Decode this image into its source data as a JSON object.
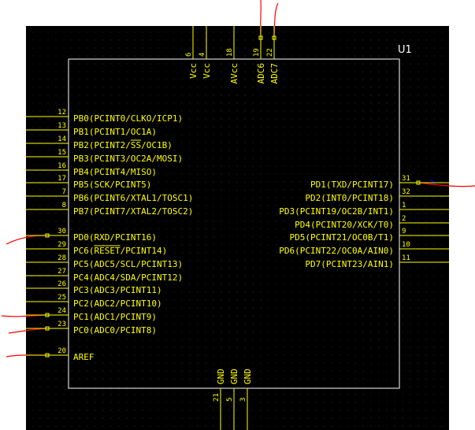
{
  "component": {
    "ref": "U1",
    "colors": {
      "background": "#000000",
      "grid": "#2a2a2a",
      "body": "#ffffff",
      "pin": "#ffff00",
      "wire": "#ff0000",
      "probe": "#0000ff"
    }
  },
  "pins": {
    "top": [
      {
        "num": "6",
        "name": "Vcc"
      },
      {
        "num": "4",
        "name": "Vcc"
      },
      {
        "num": "18",
        "name": "AVcc"
      },
      {
        "num": "19",
        "name": "ADC6",
        "connected": true
      },
      {
        "num": "22",
        "name": "ADC7",
        "connected": true
      }
    ],
    "bottom": [
      {
        "num": "21",
        "name": "GND"
      },
      {
        "num": "5",
        "name": "GND"
      },
      {
        "num": "3",
        "name": "GND"
      }
    ],
    "left": [
      {
        "num": "12",
        "name": "PB0(PCINT0/CLKO/ICP1)"
      },
      {
        "num": "13",
        "name": "PB1(PCINT1/OC1A)"
      },
      {
        "num": "14",
        "name": "PB2(PCINT2/SS/OC1B)",
        "overline": "SS"
      },
      {
        "num": "15",
        "name": "PB3(PCINT3/OC2A/MOSI)"
      },
      {
        "num": "16",
        "name": "PB4(PCINT4/MISO)"
      },
      {
        "num": "17",
        "name": "PB5(SCK/PCINT5)"
      },
      {
        "num": "7",
        "name": "PB6(PCINT6/XTAL1/TOSC1)"
      },
      {
        "num": "8",
        "name": "PB7(PCINT7/XTAL2/TOSC2)"
      },
      {
        "num": "30",
        "name": "PD0(RXD/PCINT16)",
        "connected": true
      },
      {
        "num": "29",
        "name": "PC6(RESET/PCINT14)",
        "overline": "RESET"
      },
      {
        "num": "28",
        "name": "PC5(ADC5/SCL/PCINT13)"
      },
      {
        "num": "27",
        "name": "PC4(ADC4/SDA/PCINT12)"
      },
      {
        "num": "26",
        "name": "PC3(ADC3/PCINT11)"
      },
      {
        "num": "25",
        "name": "PC2(ADC2/PCINT10)"
      },
      {
        "num": "24",
        "name": "PC1(ADC1/PCINT9)",
        "connected": true
      },
      {
        "num": "23",
        "name": "PC0(ADC0/PCINT8)",
        "connected": true
      },
      {
        "num": "20",
        "name": "AREF",
        "connected": true
      }
    ],
    "right": [
      {
        "num": "31",
        "name": "PD1(TXD/PCINT17)",
        "connected": true
      },
      {
        "num": "32",
        "name": "PD2(INT0/PCINT18)"
      },
      {
        "num": "1",
        "name": "PD3(PCINT19/OC2B/INT1)"
      },
      {
        "num": "2",
        "name": "PD4(PCINT20/XCK/T0)"
      },
      {
        "num": "9",
        "name": "PD5(PCINT21/OC0B/T1)"
      },
      {
        "num": "10",
        "name": "PD6(PCINT22/OC0A/AIN0)"
      },
      {
        "num": "11",
        "name": "PD7(PCINT23/AIN1)"
      }
    ]
  }
}
